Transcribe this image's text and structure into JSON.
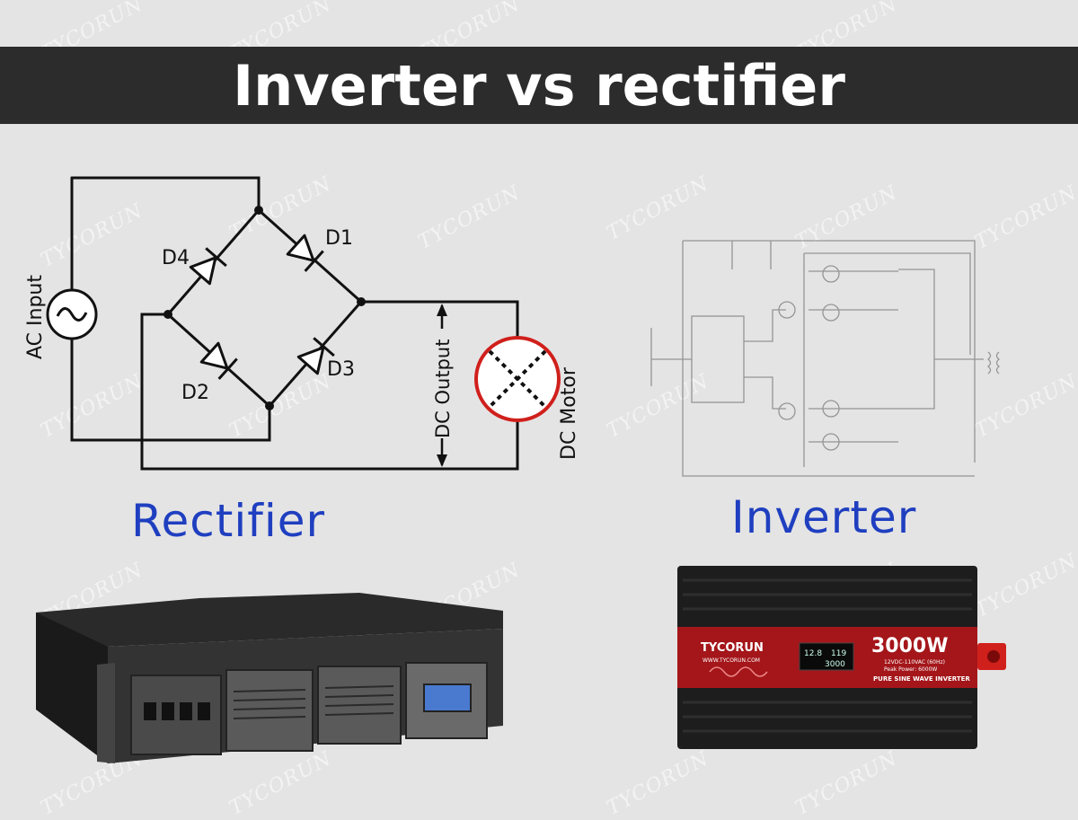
{
  "title": "Inverter vs rectifier",
  "watermark": "TYCORUN",
  "rectifier": {
    "caption": "Rectifier",
    "ac_input_label": "AC Input",
    "dc_output_label": "DC Output",
    "dc_motor_label": "DC Motor",
    "diodes": {
      "d1": "D1",
      "d2": "D2",
      "d3": "D3",
      "d4": "D4"
    }
  },
  "inverter": {
    "caption": "Inverter",
    "device": {
      "brand": "TYCORUN",
      "website": "WWW.TYCORUN.COM",
      "power": "3000W",
      "display_top_left": "12.8",
      "display_top_right": "119",
      "display_bottom": "3000",
      "spec_voltage": "12VDC-110VAC (60Hz)",
      "spec_peak": "Peak Power:   6000W",
      "wave_type": "PURE SINE WAVE INVERTER"
    }
  },
  "colors": {
    "title_bg": "#2c2c2c",
    "caption_blue": "#1f3fc0",
    "motor_red": "#d0201c",
    "inverter_red": "#a4161a"
  }
}
